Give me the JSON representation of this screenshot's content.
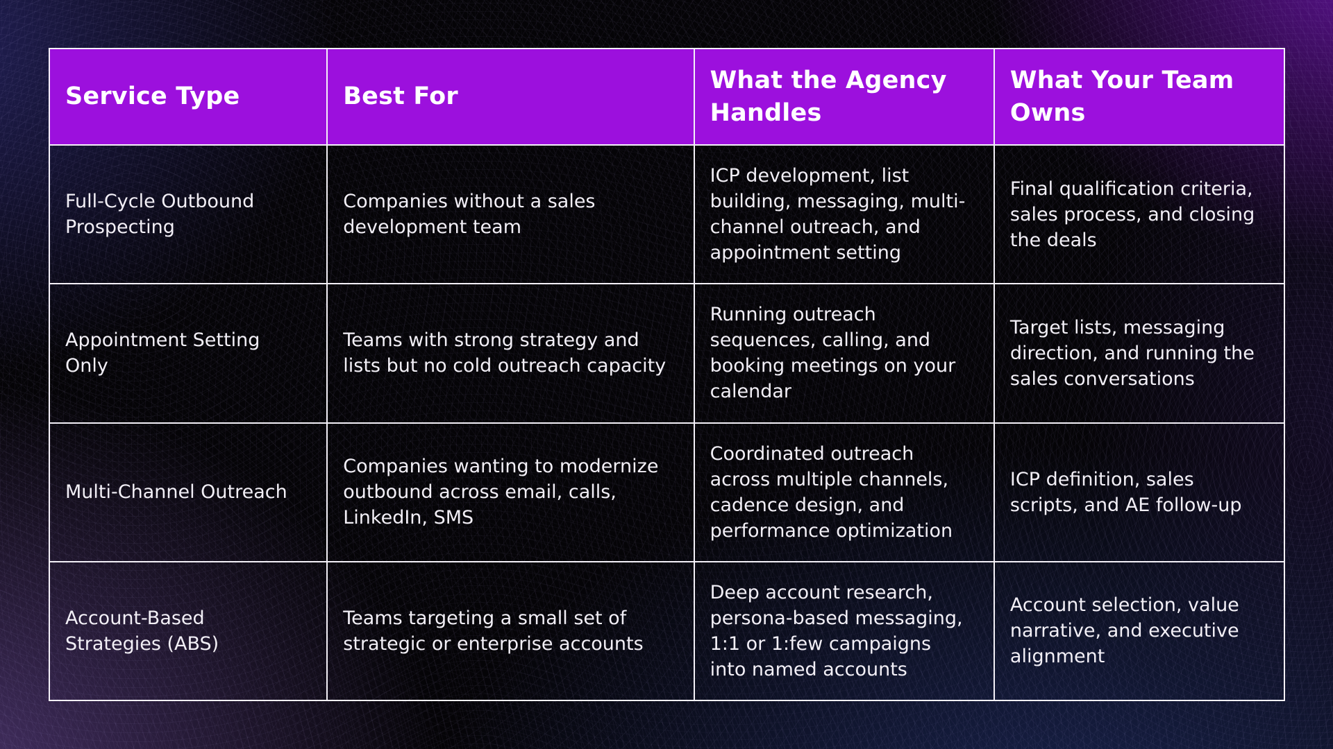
{
  "colors": {
    "header_bg": "#9c10dd",
    "border": "#f4f1f8",
    "header_text": "#ffffff",
    "body_text": "#f2eff6"
  },
  "table": {
    "headers": [
      "Service Type",
      "Best For",
      "What the Agency Handles",
      "What Your Team Owns"
    ],
    "rows": [
      [
        "Full-Cycle Outbound Prospecting",
        "Companies without a sales development team",
        "ICP development, list building, messaging, multi-channel outreach, and appointment setting",
        "Final qualification criteria, sales process, and closing the deals"
      ],
      [
        "Appointment Setting Only",
        "Teams with strong strategy and lists but no cold outreach capacity",
        "Running outreach sequences, calling, and booking meetings on your calendar",
        "Target lists, messaging direction, and running the sales conversations"
      ],
      [
        "Multi-Channel Outreach",
        "Companies wanting to modernize outbound across email, calls, LinkedIn, SMS",
        "Coordinated outreach across multiple channels, cadence design, and performance optimization",
        "ICP definition, sales scripts, and AE follow-up"
      ],
      [
        "Account-Based Strategies (ABS)",
        "Teams targeting a small set of strategic or enterprise accounts",
        "Deep account research, persona-based messaging, 1:1 or 1:few campaigns into named accounts",
        "Account selection, value narrative, and executive alignment"
      ]
    ]
  }
}
